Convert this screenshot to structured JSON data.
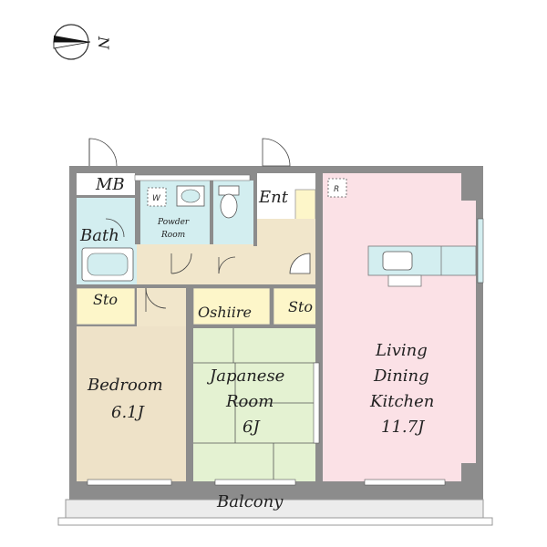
{
  "compass": {
    "label": "N",
    "icon": "compass-north-icon"
  },
  "rooms": {
    "mb": "MB",
    "ent": "Ent",
    "bath": "Bath",
    "powder_room": [
      "Powder",
      "Room"
    ],
    "washer": "W",
    "refrigerator": "R",
    "sto_left": "Sto",
    "sto_middle": "Sto",
    "oshiire": "Oshiire",
    "bedroom": [
      "Bedroom",
      "6.1J"
    ],
    "japanese_room": [
      "Japanese",
      "Room",
      "6J"
    ],
    "ldk": [
      "Living",
      "Dining",
      "Kitchen",
      "11.7J"
    ],
    "balcony": "Balcony"
  },
  "colors": {
    "wall": "#8c8c8c",
    "bath_area": "#d3eef0",
    "storage": "#fdf6c9",
    "hallway": "#f1e6cb",
    "bedroom": "#eee2c8",
    "japanese_room": "#e4f2d2",
    "ldk": "#fbe1e6",
    "kitchen_counter": "#d3eef0",
    "balcony": "#ececec"
  }
}
